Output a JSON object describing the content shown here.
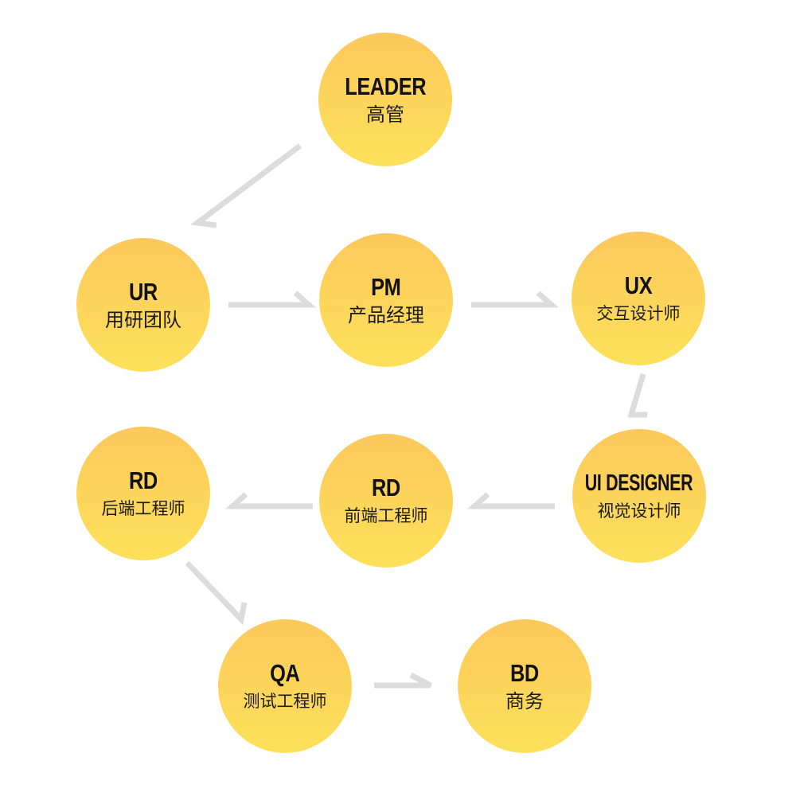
{
  "nodes": {
    "leader": {
      "role": "LEADER",
      "cn": "高管"
    },
    "ur": {
      "role": "UR",
      "cn": "用研团队"
    },
    "pm": {
      "role": "PM",
      "cn": "产品经理"
    },
    "ux": {
      "role": "UX",
      "cn": "交互设计师"
    },
    "ui": {
      "role": "UI DESIGNER",
      "cn": "视觉设计师"
    },
    "rdfront": {
      "role": "RD",
      "cn": "前端工程师"
    },
    "rdback": {
      "role": "RD",
      "cn": "后端工程师"
    },
    "qa": {
      "role": "QA",
      "cn": "测试工程师"
    },
    "bd": {
      "role": "BD",
      "cn": "商务"
    }
  },
  "flow": [
    [
      "leader",
      "ur"
    ],
    [
      "ur",
      "pm"
    ],
    [
      "pm",
      "ux"
    ],
    [
      "ux",
      "ui"
    ],
    [
      "ui",
      "rdfront"
    ],
    [
      "rdfront",
      "rdback"
    ],
    [
      "rdback",
      "qa"
    ],
    [
      "qa",
      "bd"
    ]
  ],
  "colors": {
    "node_top": "#fcc85c",
    "node_bottom": "#fde15a",
    "arrow": "#dcdcdc",
    "text": "#111111"
  }
}
